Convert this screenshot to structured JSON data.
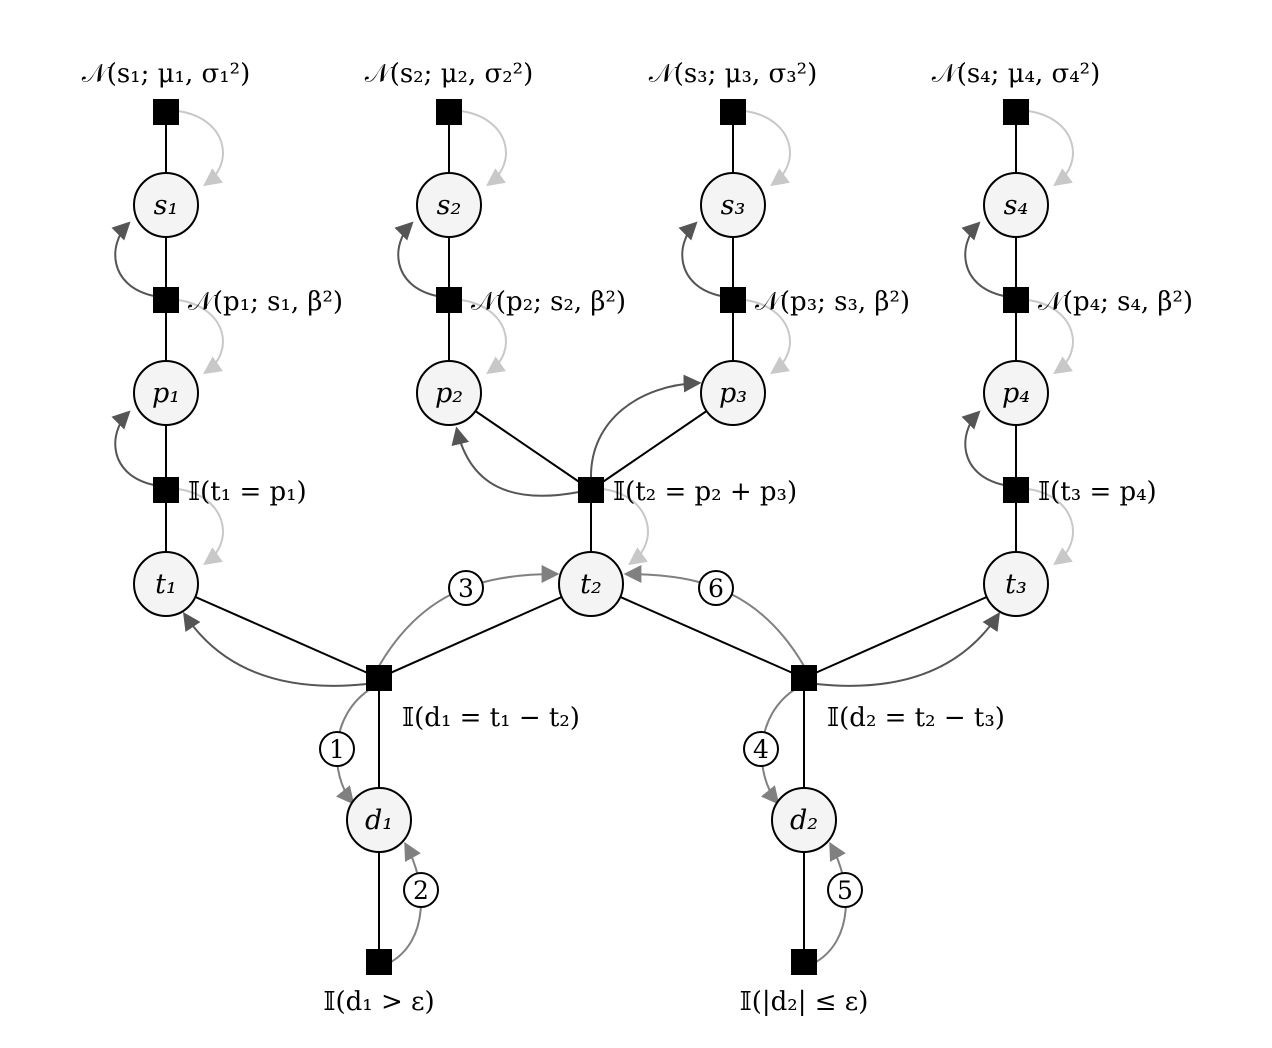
{
  "colors": {
    "variable_fill": "#f4f4f4",
    "factor_fill": "#000000",
    "message_light": "#c8c8c8",
    "message_dark": "#555555",
    "message_step": "#808080"
  },
  "variables": {
    "s1": "s₁",
    "s2": "s₂",
    "s3": "s₃",
    "s4": "s₄",
    "p1": "p₁",
    "p2": "p₂",
    "p3": "p₃",
    "p4": "p₄",
    "t1": "t₁",
    "t2": "t₂",
    "t3": "t₃",
    "d1": "d₁",
    "d2": "d₂"
  },
  "factors": {
    "prior1": "𝒩(s₁; μ₁, σ₁²)",
    "prior2": "𝒩(s₂; μ₂, σ₂²)",
    "prior3": "𝒩(s₃; μ₃, σ₃²)",
    "prior4": "𝒩(s₄; μ₄, σ₄²)",
    "perf1": "𝒩(p₁; s₁, β²)",
    "perf2": "𝒩(p₂; s₂, β²)",
    "perf3": "𝒩(p₃; s₃, β²)",
    "perf4": "𝒩(p₄; s₄, β²)",
    "team1": "𝕀(t₁ = p₁)",
    "team2": "𝕀(t₂ = p₂ + p₃)",
    "team3": "𝕀(t₃ = p₄)",
    "diff1": "𝕀(d₁ = t₁ − t₂)",
    "diff2": "𝕀(d₂ = t₂ − t₃)",
    "out1": "𝕀(d₁ > ε)",
    "out2": "𝕀(|d₂| ≤ ε)"
  },
  "steps": [
    "1",
    "2",
    "3",
    "4",
    "5",
    "6"
  ]
}
